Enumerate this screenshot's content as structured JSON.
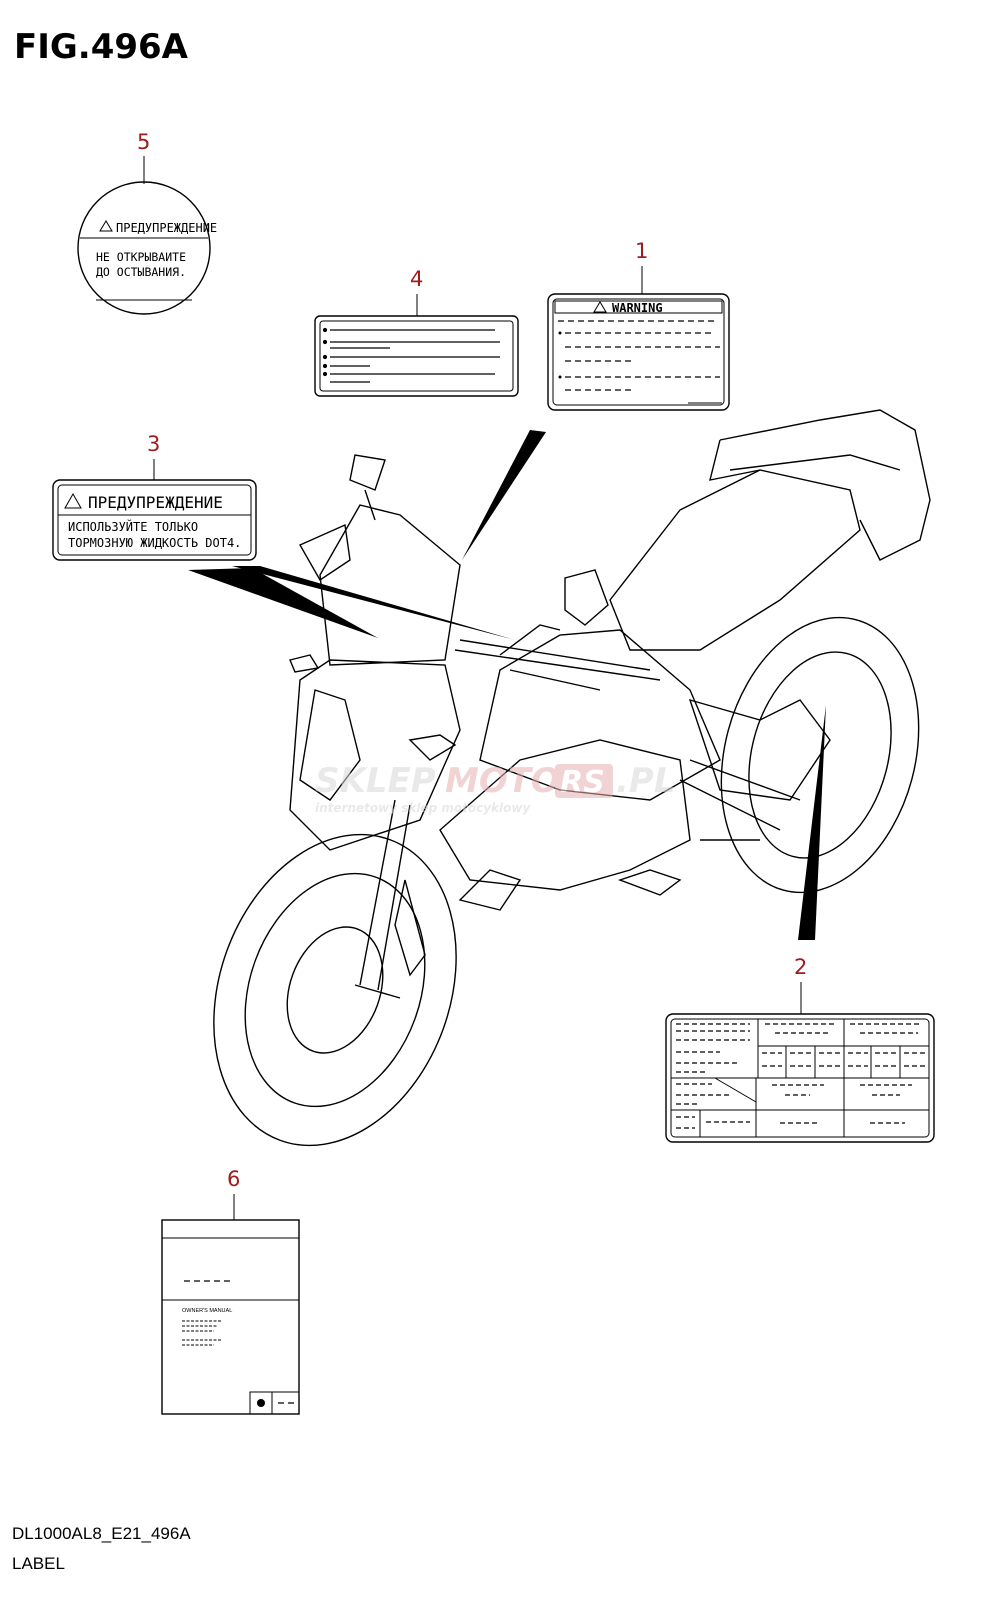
{
  "figure": {
    "title": "FIG.496A",
    "model_code": "DL1000AL8_E21_496A",
    "section_name": "LABEL"
  },
  "callouts": [
    "5",
    "4",
    "1",
    "3",
    "2",
    "6"
  ],
  "labels": {
    "label_1": {
      "header": "WARNING"
    },
    "label_3": {
      "header": "ПРЕДУПРЕЖДЕНИЕ",
      "line1": "ИСПОЛЬЗУЙТЕ ТОЛЬКО",
      "line2": "ТОРМОЗНУЮ ЖИДКОСТЬ DOT4."
    },
    "label_5": {
      "header": "ПРЕДУПРЕЖДЕНИЕ",
      "line1": "НЕ ОТКРЫВАИТЕ",
      "line2": "ДО ОСТЫВАНИЯ."
    },
    "label_6": {
      "manual_title": "OWNER'S MANUAL"
    }
  },
  "watermark": {
    "brand_a": "SKLEP",
    "brand_b": "MOTO",
    "brand_c": "RS",
    "brand_d": ".PL",
    "tagline": "internetowy sklep motocyklowy"
  },
  "colors": {
    "callout": "#a01c1c",
    "watermark": "#e8b0b0",
    "watermark_grey": "#d8d8d8"
  }
}
